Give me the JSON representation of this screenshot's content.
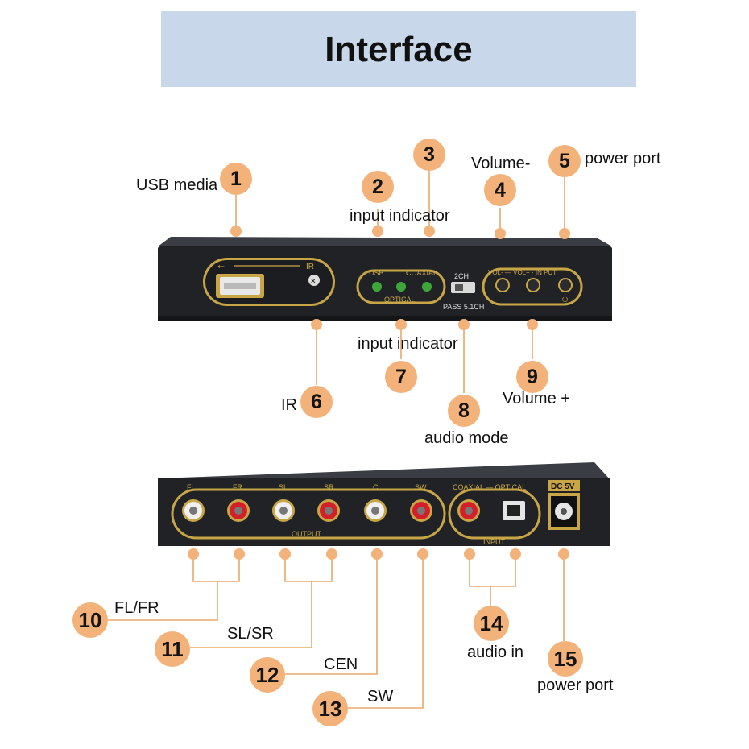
{
  "title": "Interface",
  "front_panel": {
    "usb_symbol_label": "IR",
    "indicator_top_labels": [
      "USB",
      "COAXIAL"
    ],
    "indicator_bottom_label": "OPTICAL",
    "switch_top_label": "2CH",
    "switch_bottom_label": "PASS 5.1CH",
    "buttons_label": "VOL- — VOL+ · IN PUT"
  },
  "rear_panel": {
    "output_channels": [
      "FL",
      "FR",
      "SL",
      "SR",
      "C",
      "SW"
    ],
    "output_label": "OUTPUT",
    "input_top_label": "COAXIAL — OPTICAL",
    "input_label": "INPUT",
    "dc_label": "DC 5V"
  },
  "callouts": [
    {
      "number": "1",
      "label": "USB media"
    },
    {
      "number": "2",
      "label": "input indicator"
    },
    {
      "number": "3",
      "label": ""
    },
    {
      "number": "4",
      "label": "Volume-"
    },
    {
      "number": "5",
      "label": "power port"
    },
    {
      "number": "6",
      "label": "IR"
    },
    {
      "number": "7",
      "label": "input indicator"
    },
    {
      "number": "8",
      "label": "audio mode"
    },
    {
      "number": "9",
      "label": "Volume +"
    },
    {
      "number": "10",
      "label": "FL/FR"
    },
    {
      "number": "11",
      "label": "SL/SR"
    },
    {
      "number": "12",
      "label": "CEN"
    },
    {
      "number": "13",
      "label": "SW"
    },
    {
      "number": "14",
      "label": "audio in"
    },
    {
      "number": "15",
      "label": "power port"
    }
  ],
  "colors": {
    "banner": "#c9d7ea",
    "callout": "#f3b27a",
    "line": "#e8a86b",
    "gold": "#c8a646",
    "body": "#1f2125"
  }
}
